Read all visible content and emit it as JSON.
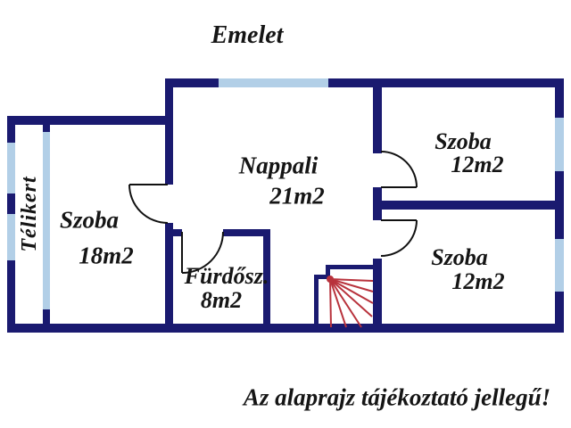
{
  "title": "Emelet",
  "disclaimer": "Az alaprajz tájékoztató jellegű!",
  "rooms": {
    "telikert": {
      "name": "Télikert"
    },
    "szoba_left": {
      "name": "Szoba",
      "area": "18m2"
    },
    "nappali": {
      "name": "Nappali",
      "area": "21m2"
    },
    "szoba_top_right": {
      "name": "Szoba",
      "area": "12m2"
    },
    "szoba_bottom_right": {
      "name": "Szoba",
      "area": "12m2"
    },
    "furdoszoba": {
      "name": "Fürdősz.",
      "area": "8m2"
    }
  },
  "colors": {
    "wall": "#1a1a70",
    "window": "#b2cfe7",
    "stairs": "#b8323c",
    "ink": "#151515"
  }
}
